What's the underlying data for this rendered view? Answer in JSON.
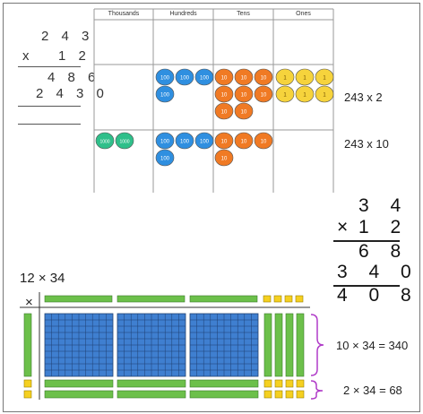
{
  "problem1": {
    "top": "2 4 3",
    "times": "x",
    "bottom": "1 2",
    "partial1": "4 8 6",
    "partial2": "2 4 3 0"
  },
  "place_value": {
    "headers": [
      "Thousands",
      "Hundreds",
      "Tens",
      "Ones"
    ],
    "row1": {
      "hundreds": [
        "100",
        "100",
        "100",
        "100"
      ],
      "tens": [
        "10",
        "10",
        "10",
        "10",
        "10",
        "10",
        "10",
        "10"
      ],
      "ones": [
        "1",
        "1",
        "1",
        "1",
        "1",
        "1"
      ]
    },
    "row2": {
      "thousands": [
        "1000",
        "1000"
      ],
      "hundreds": [
        "100",
        "100",
        "100",
        "100"
      ],
      "tens": [
        "10",
        "10",
        "10",
        "10"
      ]
    },
    "row1_label": "243 x 2",
    "row2_label": "243 x 10"
  },
  "problem2": {
    "top": "3 4",
    "times": "×",
    "bottom": "1 2",
    "partial1": "6 8",
    "partial2": "3 4 0",
    "total": "4 0 8"
  },
  "area_model": {
    "title": "12 × 34",
    "corner": "×",
    "label_top": "10 × 34 = 340",
    "label_bottom": "2 × 34 = 68"
  },
  "colors": {
    "hundreds": "#2f8fe0",
    "tens": "#f07a24",
    "ones": "#f6d33c",
    "thousands": "#2fbf8a",
    "rod": "#6cc04a",
    "flat": "#3f7fd0",
    "unit": "#f5d020",
    "brace": "#b03cc8"
  }
}
